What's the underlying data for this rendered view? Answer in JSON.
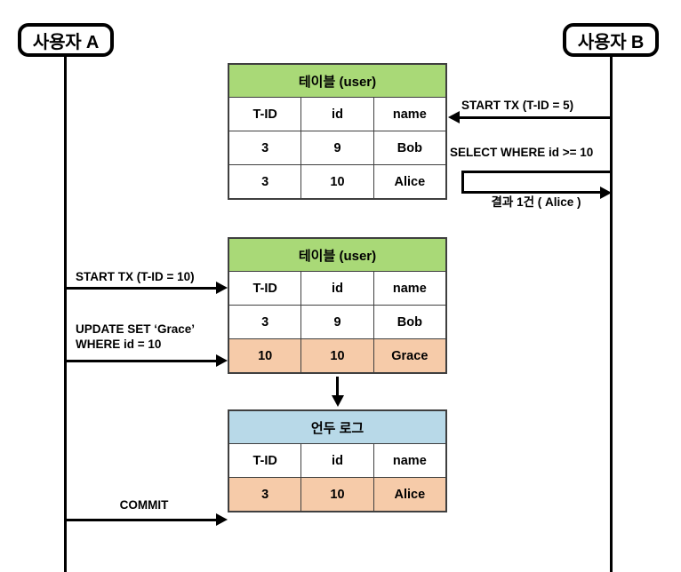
{
  "diagram": {
    "actors": {
      "left": {
        "label": "사용자 A"
      },
      "right": {
        "label": "사용자 B"
      }
    },
    "tables": {
      "user_before": {
        "caption": "테이블 (user)",
        "header_color": "#a9d977",
        "columns": [
          "T-ID",
          "id",
          "name"
        ],
        "rows": [
          {
            "cells": [
              "3",
              "9",
              "Bob"
            ],
            "highlight": false
          },
          {
            "cells": [
              "3",
              "10",
              "Alice"
            ],
            "highlight": false
          }
        ]
      },
      "user_after": {
        "caption": "테이블 (user)",
        "header_color": "#a9d977",
        "columns": [
          "T-ID",
          "id",
          "name"
        ],
        "rows": [
          {
            "cells": [
              "3",
              "9",
              "Bob"
            ],
            "highlight": false
          },
          {
            "cells": [
              "10",
              "10",
              "Grace"
            ],
            "highlight": true
          }
        ]
      },
      "undo_log": {
        "caption": "언두 로그",
        "header_color": "#b8d9e8",
        "columns": [
          "T-ID",
          "id",
          "name"
        ],
        "rows": [
          {
            "cells": [
              "3",
              "10",
              "Alice"
            ],
            "highlight": true
          }
        ]
      }
    },
    "messages": {
      "start_tx_b": "START TX (T-ID = 5)",
      "select_b": "SELECT  WHERE  id >= 10",
      "select_result_b": "결과 1건 ( Alice )",
      "start_tx_a": "START TX (T-ID = 10)",
      "update_a_line1": "UPDATE SET ‘Grace’",
      "update_a_line2": "WHERE id = 10",
      "commit_a": "COMMIT"
    },
    "colors": {
      "header_green": "#a9d977",
      "header_blue": "#b8d9e8",
      "row_highlight_orange": "#f6cba9",
      "line": "#000000",
      "grid": "#3f3f3f"
    }
  }
}
